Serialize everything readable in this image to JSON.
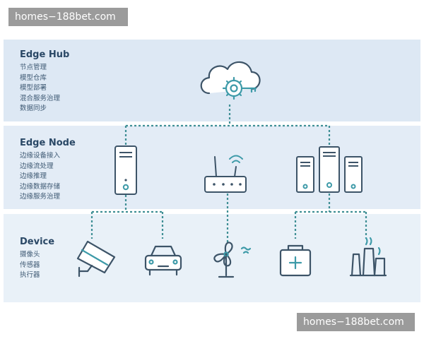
{
  "watermark_top": "homes−188bet.com",
  "watermark_bottom": "homes−188bet.com",
  "layers": {
    "hub": {
      "title": "Edge Hub",
      "items": [
        "节点管理",
        "模型仓库",
        "模型部署",
        "混合服务治理",
        "数据同步"
      ]
    },
    "node": {
      "title": "Edge Node",
      "items": [
        "边缘设备接入",
        "边缘流处理",
        "边缘推理",
        "边缘数据存储",
        "边缘服务治理"
      ]
    },
    "device": {
      "title": "Device",
      "items": [
        "摄像头",
        "传感器",
        "执行器"
      ]
    }
  },
  "icons": {
    "hub": "cloud-gear-key-icon",
    "node": [
      "server-tower-icon",
      "wifi-router-icon",
      "server-cluster-icon"
    ],
    "device": [
      "surveillance-camera-icon",
      "car-icon",
      "fan-icon",
      "medical-kit-icon",
      "factory-icon"
    ]
  },
  "colors": {
    "icon_stroke": "#3d5468",
    "accent": "#3d9aa8",
    "connector": "#3f8f95",
    "title": "#2a4866",
    "band_hub": "#dde8f4",
    "band_node": "#e3ecf6",
    "band_device": "#e9f1f8"
  }
}
